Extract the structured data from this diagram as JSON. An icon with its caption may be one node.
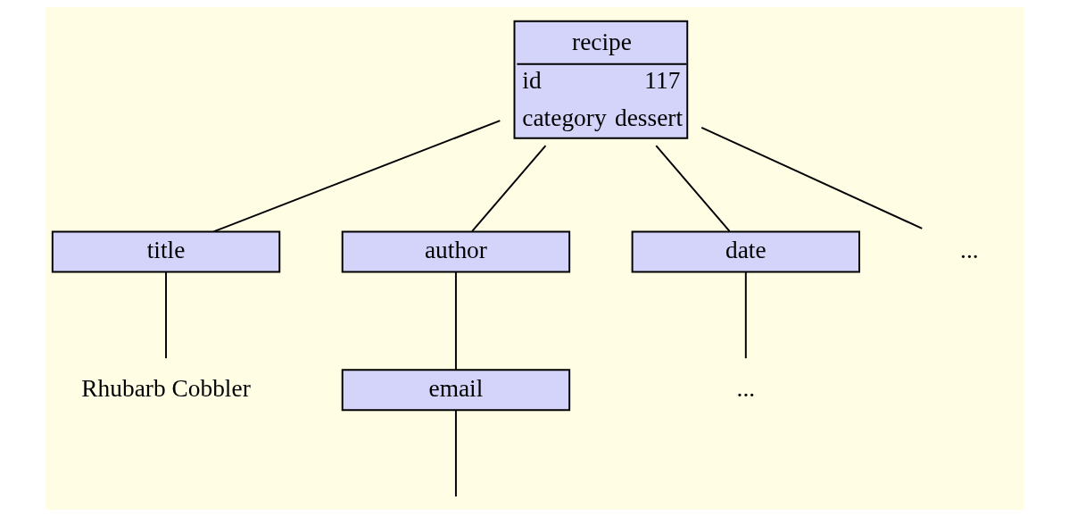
{
  "diagram": {
    "nodes": [
      {
        "text": [
          "recipe",
          "id",
          "117",
          "category",
          "dessert"
        ]
      },
      {
        "text": [
          "title"
        ]
      },
      {
        "text": [
          "author"
        ]
      },
      {
        "text": [
          "date"
        ]
      },
      {
        "text": [
          "..."
        ]
      },
      {
        "text": [
          "Rhubarb Cobbler"
        ]
      },
      {
        "text": [
          "email"
        ]
      },
      {
        "text": [
          "..."
        ]
      }
    ],
    "edges": [
      {
        "from": 0,
        "to": 1,
        "arrow": "none"
      },
      {
        "from": 0,
        "to": 2,
        "arrow": "none"
      },
      {
        "from": 0,
        "to": 3,
        "arrow": "none"
      },
      {
        "from": 0,
        "to": 4,
        "arrow": "none"
      },
      {
        "from": 1,
        "to": 5,
        "arrow": "none"
      },
      {
        "from": 2,
        "to": 6,
        "arrow": "none"
      },
      {
        "from": 3,
        "to": 7,
        "arrow": "none"
      },
      {
        "from": 6,
        "to": null,
        "arrow": "none"
      }
    ]
  }
}
